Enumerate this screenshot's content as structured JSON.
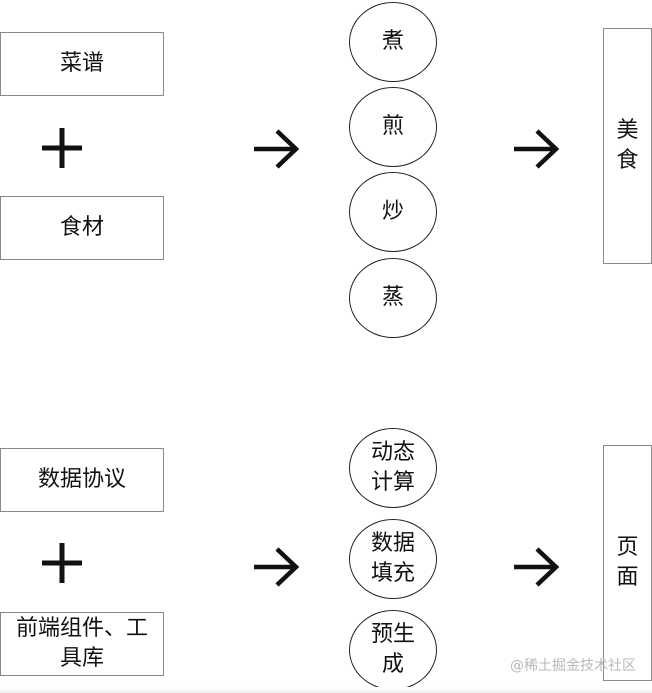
{
  "rows": [
    {
      "top_input": "菜谱",
      "bottom_input": "食材",
      "processes": [
        "煮",
        "煎",
        "炒",
        "蒸"
      ],
      "output": "美食"
    },
    {
      "top_input": "数据协议",
      "bottom_input": "前端组件、工具库",
      "processes": [
        "动态计算",
        "数据填充",
        "预生成"
      ],
      "output": "页面"
    }
  ],
  "watermark": "@稀土掘金技术社区",
  "icons": {
    "plus": "plus-icon",
    "arrow": "arrow-right-icon"
  },
  "colors": {
    "stroke": "#111111",
    "box_border": "#8a8a8a",
    "background": "#ffffff",
    "watermark": "#b8b8b8"
  }
}
